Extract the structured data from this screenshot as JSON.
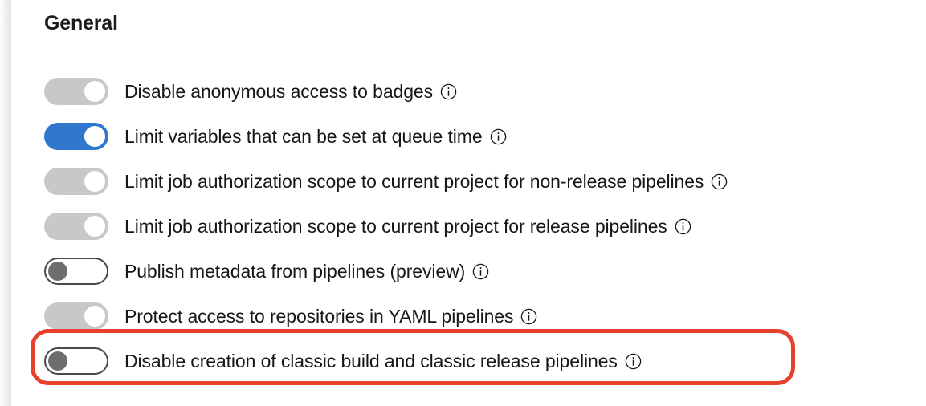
{
  "section": {
    "title": "General"
  },
  "settings": [
    {
      "label": "Disable anonymous access to badges",
      "toggle_state": "on-disabled",
      "info_icon": "info-circle-icon",
      "name": "disable-anonymous-access-to-badges"
    },
    {
      "label": "Limit variables that can be set at queue time",
      "toggle_state": "on",
      "info_icon": "info-circle-icon",
      "name": "limit-variables-at-queue-time"
    },
    {
      "label": "Limit job authorization scope to current project for non-release pipelines",
      "toggle_state": "on-disabled",
      "info_icon": "info-circle-icon",
      "name": "limit-job-auth-scope-non-release-pipelines"
    },
    {
      "label": "Limit job authorization scope to current project for release pipelines",
      "toggle_state": "on-disabled",
      "info_icon": "info-circle-icon",
      "name": "limit-job-auth-scope-release-pipelines"
    },
    {
      "label": "Publish metadata from pipelines (preview)",
      "toggle_state": "off",
      "info_icon": "info-circle-icon",
      "name": "publish-metadata-from-pipelines"
    },
    {
      "label": "Protect access to repositories in YAML pipelines",
      "toggle_state": "on-disabled",
      "info_icon": "info-circle-icon",
      "name": "protect-access-to-repositories-yaml-pipelines"
    },
    {
      "label": "Disable creation of classic build and classic release pipelines",
      "toggle_state": "off",
      "info_icon": "info-circle-icon",
      "name": "disable-creation-of-classic-pipelines"
    }
  ],
  "annotation": {
    "type": "highlight-rectangle",
    "color": "#e8402a",
    "target_setting_index": 6
  },
  "colors": {
    "toggle_on": "#2f77cd",
    "toggle_disabled": "#c8c8c8",
    "toggle_off_border": "#4a4a4a",
    "toggle_off_knob": "#6e6e6e",
    "text": "#161616",
    "annotation_red": "#e8402a",
    "background": "#ffffff"
  }
}
